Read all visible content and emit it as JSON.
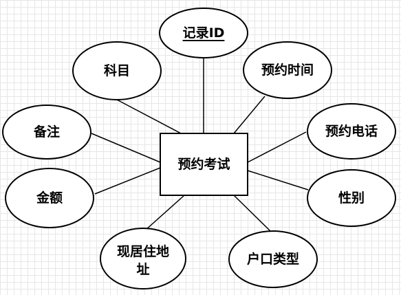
{
  "diagram": {
    "entity": {
      "label": "预约考试"
    },
    "attributes": [
      {
        "id": "record-id",
        "label": "记录ID",
        "primary_key": true
      },
      {
        "id": "subject",
        "label": "科目"
      },
      {
        "id": "appointment-time",
        "label": "预约时间"
      },
      {
        "id": "remark",
        "label": "备注"
      },
      {
        "id": "appointment-phone",
        "label": "预约电话"
      },
      {
        "id": "amount",
        "label": "金额"
      },
      {
        "id": "gender",
        "label": "性别"
      },
      {
        "id": "current-address",
        "label": "现居住地址"
      },
      {
        "id": "household-type",
        "label": "户口类型"
      }
    ]
  }
}
